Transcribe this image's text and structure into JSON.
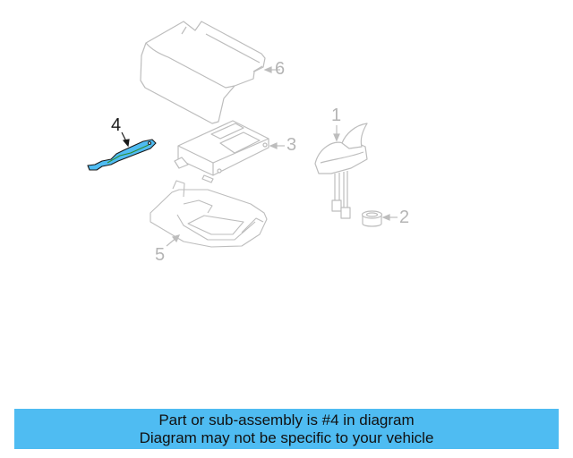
{
  "diagram": {
    "highlight_color": "#4fbcf2",
    "line_color": "#bdbdbd",
    "active_line_color": "#1a1a1a",
    "parts": [
      {
        "number": "1",
        "name": "antenna-assembly"
      },
      {
        "number": "2",
        "name": "antenna-grommet"
      },
      {
        "number": "3",
        "name": "control-module"
      },
      {
        "number": "4",
        "name": "harness-bracket",
        "highlighted": true
      },
      {
        "number": "5",
        "name": "mounting-bracket"
      },
      {
        "number": "6",
        "name": "cover"
      }
    ]
  },
  "banner": {
    "background": "#4fbcf2",
    "line1": "Part or sub-assembly is #4 in diagram",
    "line2": "Diagram may not be specific to your vehicle"
  }
}
